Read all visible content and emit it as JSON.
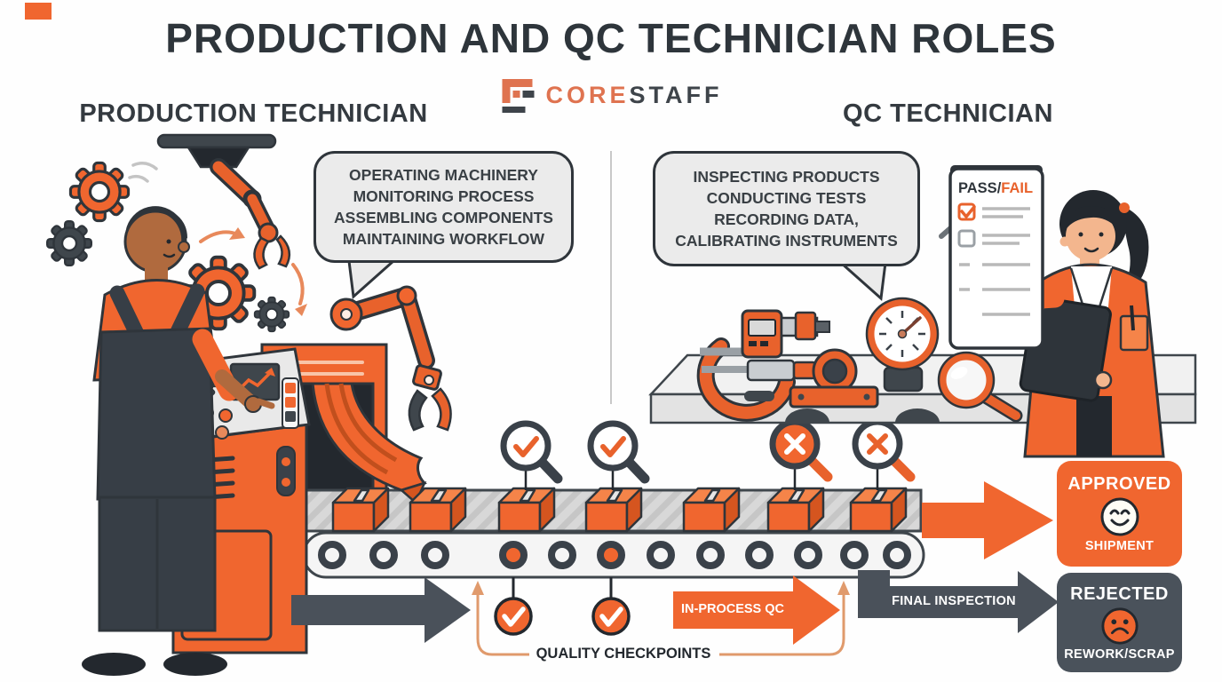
{
  "title": "PRODUCTION AND QC TECHNICIAN ROLES",
  "logo": {
    "brand_core": "CORE",
    "brand_staff": "STAFF"
  },
  "headings": {
    "production": "PRODUCTION TECHNICIAN",
    "qc": "QC TECHNICIAN"
  },
  "bubbles": {
    "production": [
      "OPERATING MACHINERY",
      "MONITORING PROCESS",
      "ASSEMBLING COMPONENTS",
      "MAINTAINING WORKFLOW"
    ],
    "qc": [
      "INSPECTING PRODUCTS",
      "CONDUCTING TESTS",
      "RECORDING DATA,",
      "CALIBRATING INSTRUMENTS"
    ]
  },
  "checklist": {
    "pass": "PASS",
    "separator": "/",
    "fail": "FAIL"
  },
  "flow": {
    "in_process": "IN-PROCESS QC",
    "final_inspection": "FINAL INSPECTION",
    "quality_checkpoints": "QUALITY CHECKPOINTS"
  },
  "outcomes": {
    "approved": {
      "label": "APPROVED",
      "sublabel": "SHIPMENT"
    },
    "rejected": {
      "label": "REJECTED",
      "sublabel": "REWORK/SCRAP"
    }
  },
  "icons": {
    "gear": "gear",
    "robot_arm": "robot-arm",
    "magnifier_check": "magnifier with check",
    "magnifier_cross": "magnifier with cross",
    "check": "✓",
    "cross": "✕",
    "smiley": "☺",
    "frown": "☹"
  },
  "colors": {
    "orange": "#F0662F",
    "orange_soft": "#E8895B",
    "charcoal": "#2F353B",
    "arrow_dark": "#4A515A",
    "bubble_bg": "#EBEBEB",
    "rejected_bg": "#4A525B"
  }
}
